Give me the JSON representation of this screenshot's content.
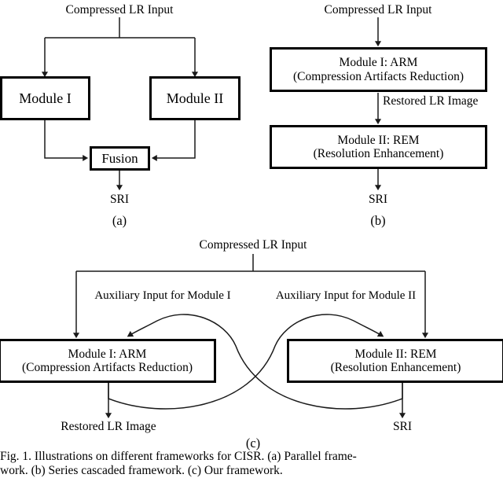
{
  "figure": {
    "caption_line1": "Fig. 1. Illustrations on different frameworks for CISR. (a) Parallel frame-",
    "caption_line2": "work. (b) Series cascaded framework. (c) Our framework."
  },
  "common": {
    "input_label": "Compressed LR Input",
    "sri_label": "SRI",
    "restored_label": "Restored LR Image"
  },
  "panels": [
    {
      "id": "a",
      "tag": "(a)",
      "name": "parallel-framework",
      "input": "Compressed LR Input",
      "boxes": [
        {
          "name": "module-i",
          "line1": "Module I",
          "line2": ""
        },
        {
          "name": "module-ii",
          "line1": "Module II",
          "line2": ""
        },
        {
          "name": "fusion",
          "line1": "Fusion",
          "line2": ""
        }
      ],
      "output": "SRI"
    },
    {
      "id": "b",
      "tag": "(b)",
      "name": "series-cascaded-framework",
      "input": "Compressed LR Input",
      "boxes": [
        {
          "name": "module-i-arm",
          "line1": "Module I: ARM",
          "line2": "(Compression Artifacts Reduction)"
        },
        {
          "name": "module-ii-rem",
          "line1": "Module II: REM",
          "line2": "(Resolution Enhancement)"
        }
      ],
      "edge_label": "Restored LR Image",
      "output": "SRI"
    },
    {
      "id": "c",
      "tag": "(c)",
      "name": "our-framework",
      "input": "Compressed LR Input",
      "aux_left": "Auxiliary Input for Module I",
      "aux_right": "Auxiliary Input for Module II",
      "boxes": [
        {
          "name": "module-i-arm",
          "line1": "Module I: ARM",
          "line2": "(Compression Artifacts Reduction)"
        },
        {
          "name": "module-ii-rem",
          "line1": "Module II: REM",
          "line2": "(Resolution Enhancement)"
        }
      ],
      "output_left": "Restored LR Image",
      "output_right": "SRI"
    }
  ],
  "style": {
    "stroke": "#1a1a1a",
    "box_border": "#000000",
    "background": "#ffffff"
  }
}
